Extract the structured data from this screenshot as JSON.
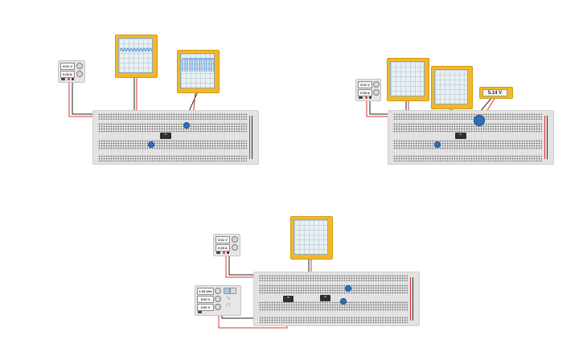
{
  "circuits": [
    {
      "power_supply": {
        "voltage": "5.01 V",
        "current": "0.00 A"
      },
      "scopes": [
        "oscilloscope-1",
        "oscilloscope-2"
      ],
      "ic_label": "IC"
    },
    {
      "power_supply": {
        "voltage": "5.01 V",
        "current": "0.00 A"
      },
      "multimeter": {
        "reading": "5.14 V"
      },
      "ic_label": "IC"
    },
    {
      "power_supply": {
        "voltage": "5.01 V",
        "current": "0.00 A"
      },
      "function_generator": {
        "frequency": "1.00 kHz",
        "amplitude": "5.00 V",
        "offset": "0.00 V"
      },
      "ic_labels": [
        "IC",
        "IC"
      ]
    }
  ],
  "colors": {
    "scope_frame": "#f2b72a",
    "screen": "#e9f0f3",
    "trace": "#4a90d9",
    "breadboard": "#e2e2e2",
    "wire_red": "#d33",
    "wire_black": "#222"
  }
}
